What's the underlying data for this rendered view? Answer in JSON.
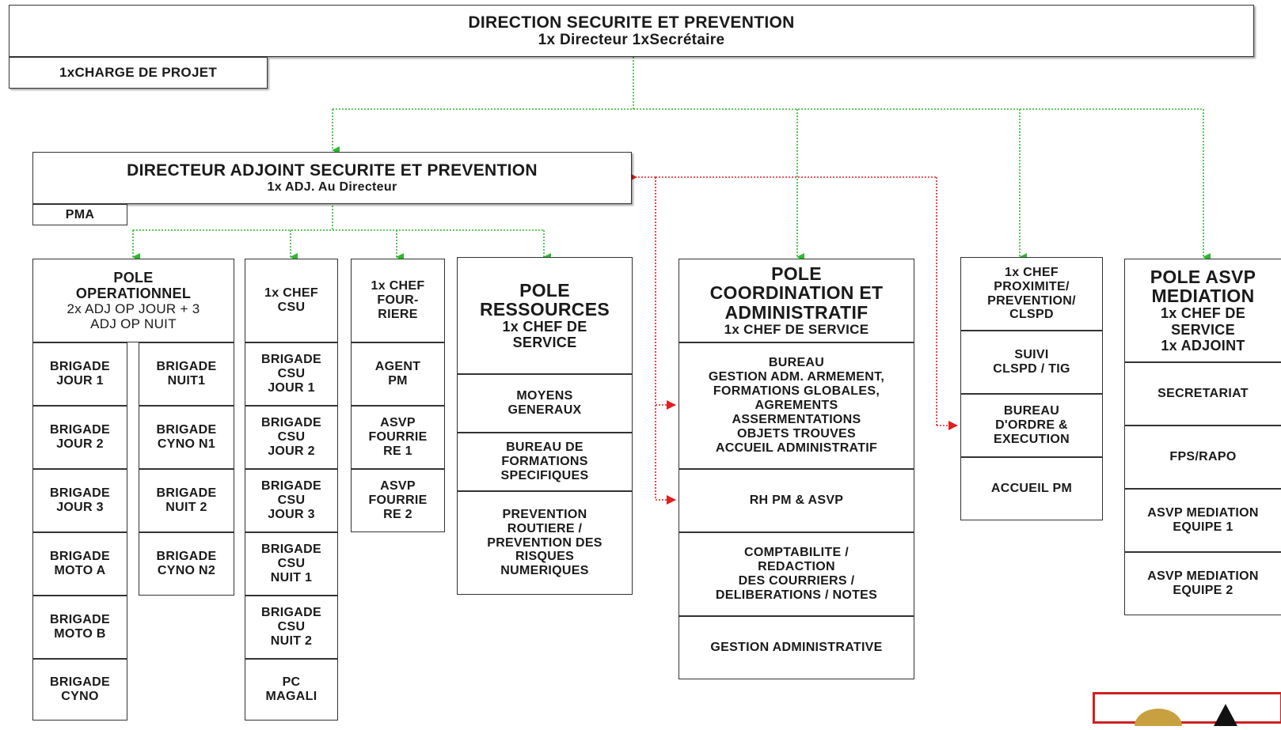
{
  "top": {
    "title": "DIRECTION SECURITE ET PREVENTION",
    "subtitle": "1x Directeur 1xSecrétaire",
    "projet": "1xCHARGE DE PROJET"
  },
  "adjoint": {
    "title": "DIRECTEUR ADJOINT SECURITE ET  PREVENTION",
    "subtitle": "1x ADJ. Au Directeur",
    "pma": "PMA"
  },
  "pole_op": {
    "title": "POLE\nOPERATIONNEL",
    "staff": "2x ADJ OP JOUR + 3\nADJ OP NUIT",
    "left": [
      "BRIGADE\nJOUR 1",
      "BRIGADE\nJOUR 2",
      "BRIGADE\nJOUR 3",
      "BRIGADE\nMOTO A",
      "BRIGADE\nMOTO B",
      "BRIGADE\nCYNO"
    ],
    "right": [
      "BRIGADE\nNUIT1",
      "BRIGADE\nCYNO N1",
      "BRIGADE\nNUIT 2",
      "BRIGADE\nCYNO N2"
    ]
  },
  "csu": {
    "head": "1x CHEF\nCSU",
    "items": [
      "BRIGADE\nCSU\nJOUR 1",
      "BRIGADE\nCSU\nJOUR 2",
      "BRIGADE\nCSU\nJOUR 3",
      "BRIGADE\nCSU\nNUIT 1",
      "BRIGADE\nCSU\nNUIT 2",
      "PC\nMAGALI"
    ]
  },
  "fourriere": {
    "head": "1x CHEF\nFOUR-\nRIERE",
    "items": [
      "AGENT\nPM",
      "ASVP\nFOURRIE\nRE 1",
      "ASVP\nFOURRIE\nRE 2"
    ]
  },
  "ressources": {
    "title": "POLE\nRESSOURCES",
    "staff": "1x CHEF DE\nSERVICE",
    "items": [
      "MOYENS\nGENERAUX",
      "BUREAU DE\nFORMATIONS\nSPECIFIQUES",
      "PREVENTION\nROUTIERE /\nPREVENTION DES\nRISQUES\nNUMERIQUES"
    ]
  },
  "coordination": {
    "title": "POLE\nCOORDINATION ET\nADMINISTRATIF",
    "staff": "1x CHEF DE SERVICE",
    "items": [
      "BUREAU\nGESTION ADM. ARMEMENT,\nFORMATIONS GLOBALES,\nAGREMENTS\nASSERMENTATIONS\nOBJETS TROUVES\nACCUEIL ADMINISTRATIF",
      "RH PM & ASVP",
      "COMPTABILITE /\nREDACTION\nDES COURRIERS /\nDELIBERATIONS / NOTES",
      "GESTION ADMINISTRATIVE"
    ]
  },
  "proximite": {
    "head": "1x CHEF\nPROXIMITE/\nPREVENTION/\nCLSPD",
    "items": [
      "SUIVI\nCLSPD / TIG",
      "BUREAU\nD'ORDRE &\nEXECUTION",
      "ACCUEIL PM"
    ]
  },
  "asvp": {
    "title": "POLE ASVP\nMEDIATION",
    "staff": "1x CHEF DE\nSERVICE\n1x ADJOINT",
    "items": [
      "SECRETARIAT",
      "FPS/RAPO",
      "ASVP MEDIATION\nEQUIPE 1",
      "ASVP MEDIATION\nEQUIPE 2"
    ]
  },
  "colors": {
    "green": "#2eb82e",
    "red": "#e02020",
    "border": "#333333"
  }
}
